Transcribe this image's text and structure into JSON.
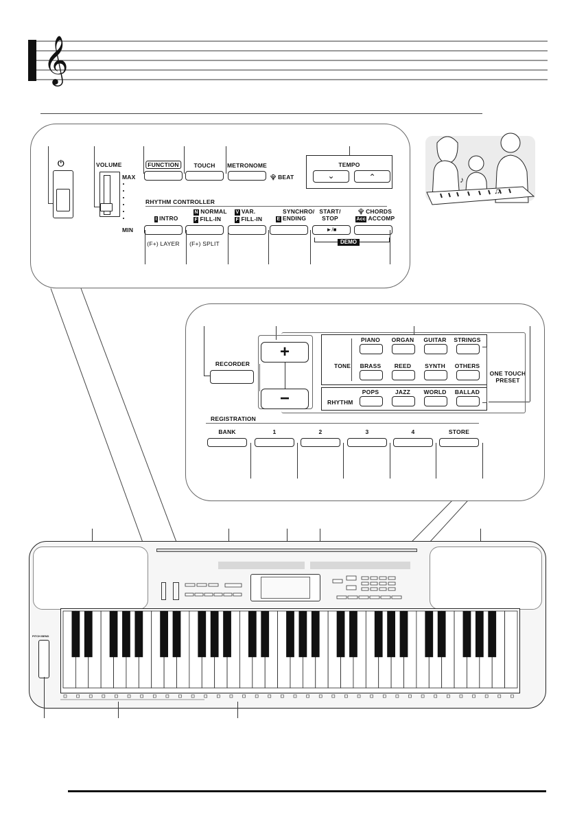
{
  "controls_panel": {
    "volume": {
      "label": "VOLUME",
      "max": "MAX",
      "min": "MIN"
    },
    "function_label": "FUNCTION",
    "touch_label": "TOUCH",
    "metronome_label": "METRONOME",
    "beat_label": "BEAT",
    "tempo_label": "TEMPO",
    "rhythm_controller_label": "RHYTHM CONTROLLER",
    "intro": {
      "tag": "I",
      "label": "INTRO",
      "sub": "(F+) LAYER"
    },
    "normal_fill": {
      "tag": "N",
      "line1": "NORMAL",
      "tag2": "F",
      "line2": "FILL-IN",
      "sub": "(F+) SPLIT"
    },
    "var_fill": {
      "tag": "V",
      "line1": "VAR.",
      "tag2": "F",
      "line2": "FILL-IN"
    },
    "synchro": {
      "line1": "SYNCHRO/",
      "tag": "E",
      "line2": "ENDING"
    },
    "start_stop": {
      "line1": "START/",
      "line2": "STOP",
      "symbol": "►/■"
    },
    "demo_label": "DEMO",
    "chords": {
      "line1": "CHORDS",
      "tag": "Acc",
      "line2": "ACCOMP"
    }
  },
  "right_panel": {
    "recorder_label": "RECORDER",
    "plus_symbol": "+",
    "minus_symbol": "−",
    "tone_label": "TONE",
    "rhythm_label": "RHYTHM",
    "tone_buttons_row1": [
      "PIANO",
      "ORGAN",
      "GUITAR",
      "STRINGS"
    ],
    "tone_buttons_row2": [
      "BRASS",
      "REED",
      "SYNTH",
      "OTHERS"
    ],
    "rhythm_buttons": [
      "POPS",
      "JAZZ",
      "WORLD",
      "BALLAD"
    ],
    "one_touch_preset": "ONE TOUCH PRESET",
    "registration_label": "REGISTRATION",
    "registration_buttons": [
      "BANK",
      "1",
      "2",
      "3",
      "4",
      "STORE"
    ]
  },
  "keyboard": {
    "white_key_count": 36,
    "pitch_bend_label": "PITCH BEND"
  },
  "colors": {
    "ink": "#111111",
    "panel_border": "#666666",
    "keyboard_body": "#f6f6f6"
  }
}
